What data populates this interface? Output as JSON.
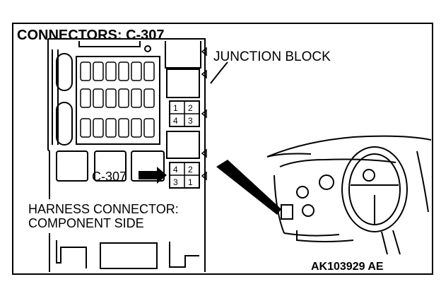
{
  "title": "CONNECTORS: C-307",
  "junction_block_label": "JUNCTION BLOCK",
  "connector_label": "C-307",
  "harness_caption": {
    "line1": "HARNESS CONNECTOR:",
    "line2": "COMPONENT SIDE"
  },
  "connector_pins": {
    "top_row": [
      "2",
      "1"
    ],
    "bottom_row": [
      "4",
      "3"
    ]
  },
  "figure_code": "AK103929 AE",
  "colors": {
    "ink": "#000000",
    "paper": "#ffffff"
  }
}
